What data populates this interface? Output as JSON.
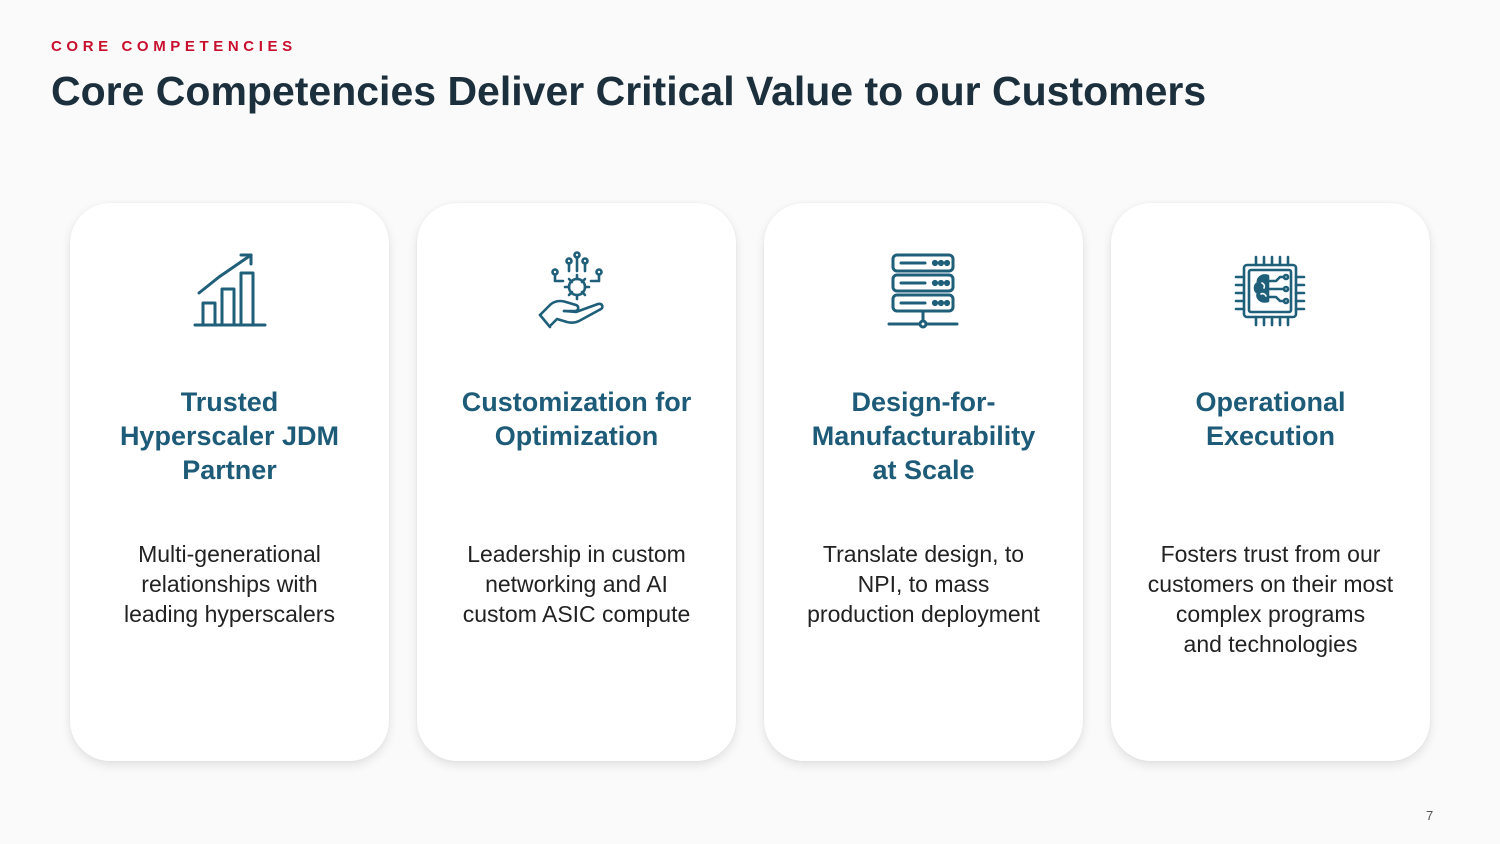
{
  "header": {
    "eyebrow": "CORE COMPETENCIES",
    "title": "Core Competencies Deliver Critical Value to our Customers"
  },
  "cards": [
    {
      "icon": "growth-chart-icon",
      "title_lines": [
        "Trusted",
        "Hyperscaler JDM",
        "Partner"
      ],
      "desc_lines": [
        "Multi-generational",
        "relationships with",
        "leading hyperscalers"
      ]
    },
    {
      "icon": "hand-gear-circuit-icon",
      "title_lines": [
        "Customization for",
        "Optimization"
      ],
      "desc_lines": [
        "Leadership in custom",
        "networking and AI",
        "custom ASIC compute"
      ]
    },
    {
      "icon": "server-stack-icon",
      "title_lines": [
        "Design-for-",
        "Manufacturability",
        "at Scale"
      ],
      "desc_lines": [
        "Translate design, to",
        "NPI, to mass",
        "production deployment"
      ]
    },
    {
      "icon": "ai-chip-icon",
      "title_lines": [
        "Operational",
        "Execution"
      ],
      "desc_lines": [
        "Fosters trust from our",
        "customers on their most",
        "complex programs",
        "and technologies"
      ]
    }
  ],
  "colors": {
    "accent_red": "#c8102e",
    "heading_dark": "#1c2f3c",
    "card_title_teal": "#1d5b78",
    "icon_teal": "#1f5f7a"
  },
  "footer": {
    "page_number": "7"
  }
}
